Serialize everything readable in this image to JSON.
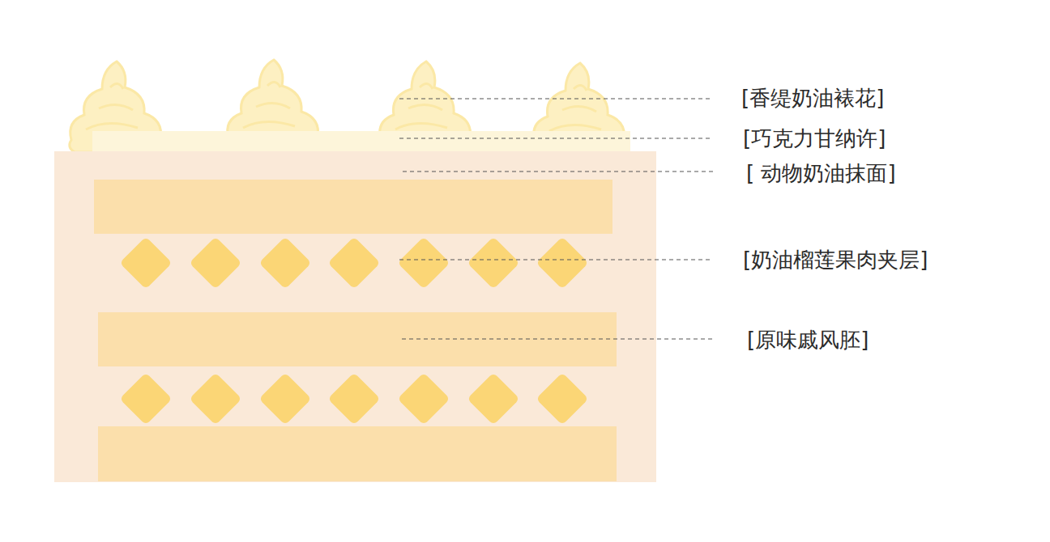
{
  "diagram": {
    "labels": [
      "[香缇奶油裱花]",
      "[巧克力甘纳许]",
      "[ 动物奶油抹面]",
      "[奶油榴莲果肉夹层]",
      "[原味戚风胚]"
    ]
  }
}
